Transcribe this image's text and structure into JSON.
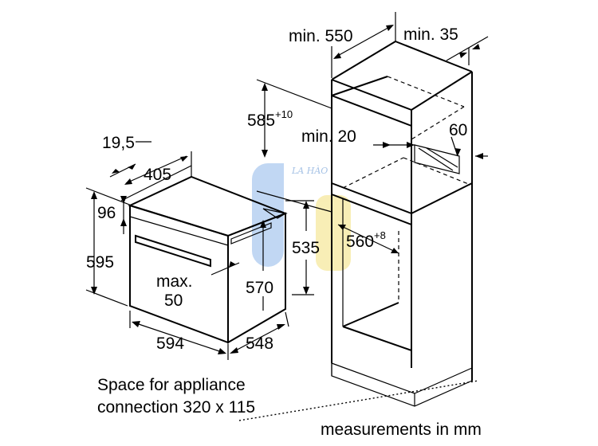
{
  "oven": {
    "width": "594",
    "depth": "548",
    "height": "595",
    "depth_top": "405",
    "front_offset": "19,5",
    "panel_height": "96",
    "connection_max": "max.",
    "connection_max_value": "50"
  },
  "cabinet": {
    "min_depth": "min. 550",
    "min_side": "min. 35",
    "niche_height": "585",
    "niche_height_tol": "+10",
    "vent_min": "min. 20",
    "vent": "60",
    "niche_width": "560",
    "niche_width_tol": "+8",
    "depth_570": "570",
    "height_535": "535"
  },
  "notes": {
    "connection_line1": "Space for appliance",
    "connection_line2": "connection 320 x 115",
    "units": "measurements in mm"
  },
  "watermark": {
    "text": "LA HÀO",
    "colors": [
      "#5b8fd0",
      "#f2d64a"
    ]
  }
}
